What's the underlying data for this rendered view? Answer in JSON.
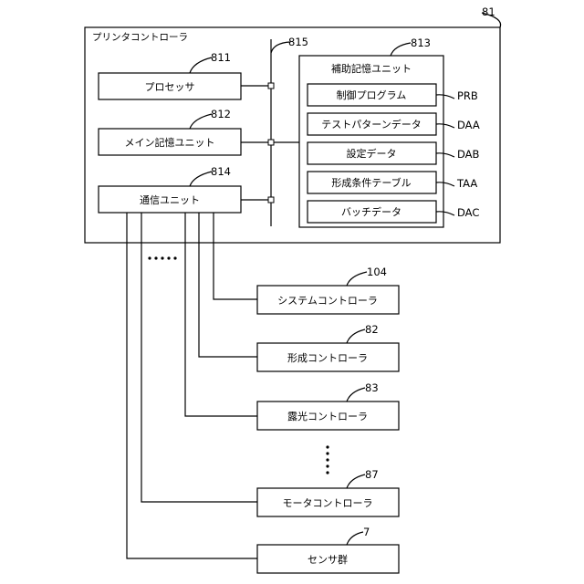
{
  "controller": {
    "title": "プリンタコントローラ",
    "ref": "81"
  },
  "bus": {
    "ref": "815"
  },
  "processor": {
    "label": "プロセッサ",
    "ref": "811"
  },
  "main_memory": {
    "label": "メイン記憶ユニット",
    "ref": "812"
  },
  "comm_unit": {
    "label": "通信ユニット",
    "ref": "814"
  },
  "aux_storage": {
    "title": "補助記憶ユニット",
    "ref": "813",
    "items": [
      {
        "label": "制御プログラム",
        "code": "PRB"
      },
      {
        "label": "テストパターンデータ",
        "code": "DAA"
      },
      {
        "label": "設定データ",
        "code": "DAB"
      },
      {
        "label": "形成条件テーブル",
        "code": "TAA"
      },
      {
        "label": "バッチデータ",
        "code": "DAC"
      }
    ]
  },
  "outputs": [
    {
      "label": "システムコントローラ",
      "ref": "104"
    },
    {
      "label": "形成コントローラ",
      "ref": "82"
    },
    {
      "label": "露光コントローラ",
      "ref": "83"
    },
    {
      "label": "モータコントローラ",
      "ref": "87"
    },
    {
      "label": "センサ群",
      "ref": "7"
    }
  ]
}
